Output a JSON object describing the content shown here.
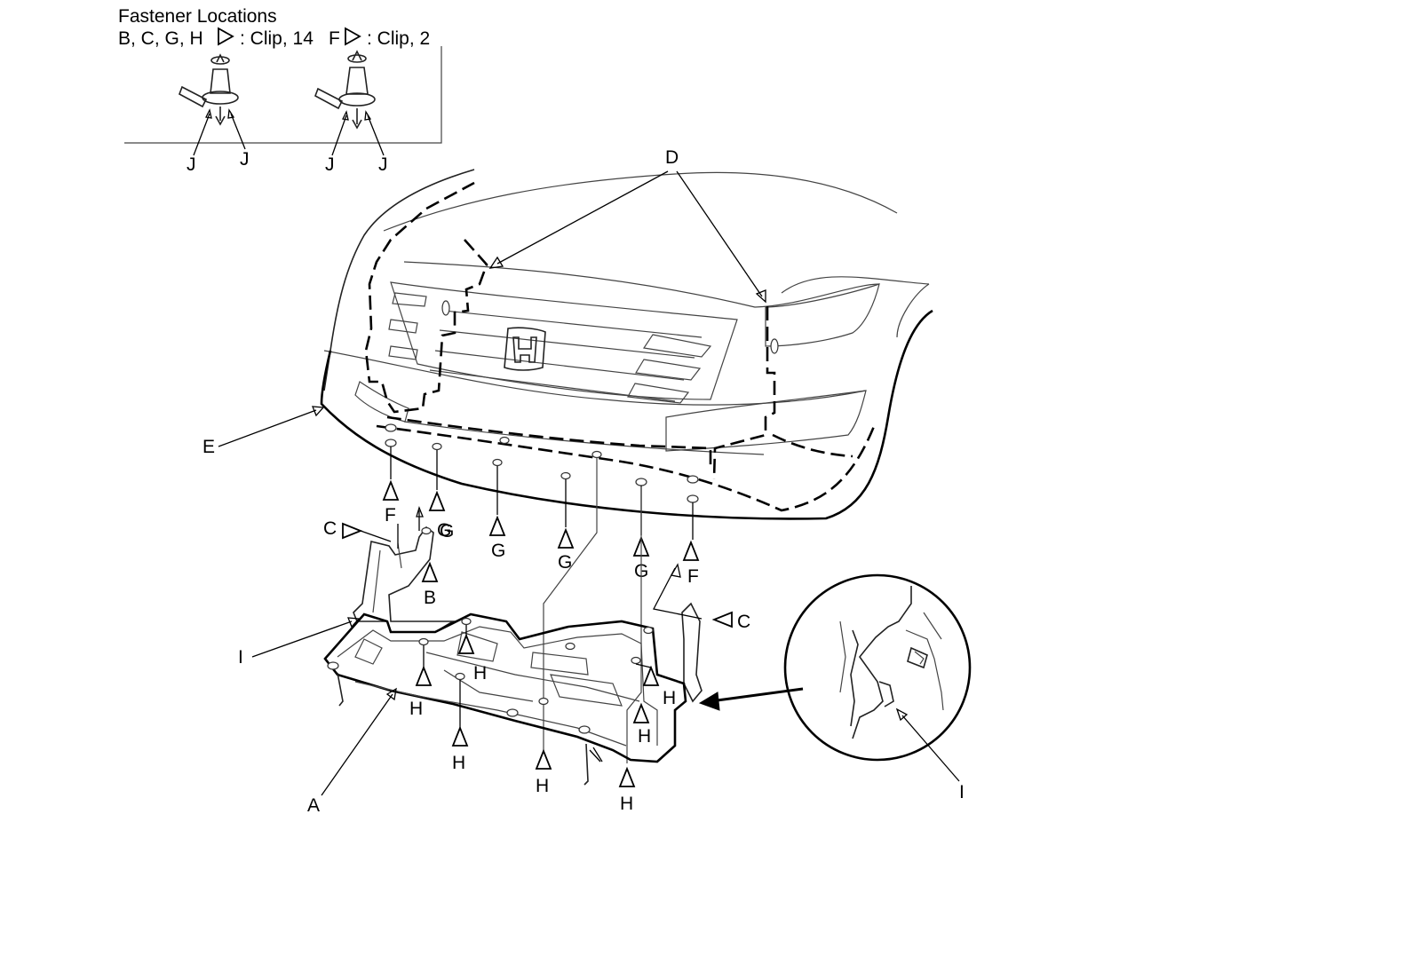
{
  "header": {
    "title": "Fastener Locations",
    "legend_a_prefix": "B, C, G, H",
    "legend_a_suffix": ": Clip, 14",
    "legend_b_prefix": "F",
    "legend_b_suffix": ": Clip, 2"
  },
  "labels": {
    "a": "A",
    "b": "B",
    "c": "C",
    "d": "D",
    "e": "E",
    "f": "F",
    "g": "G",
    "h": "H",
    "i": "I",
    "j": "J"
  }
}
